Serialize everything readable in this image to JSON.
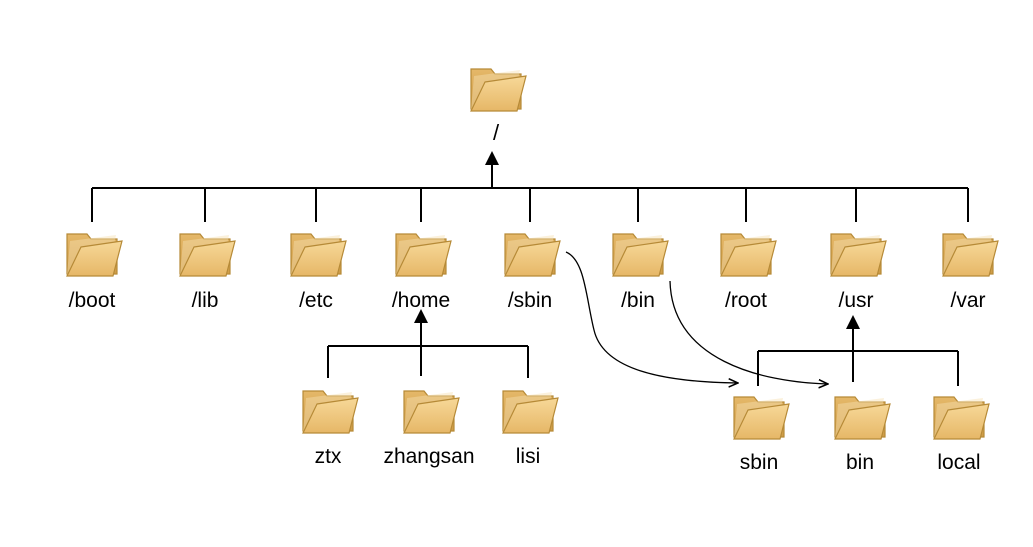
{
  "diagram": {
    "root": {
      "label": "/"
    },
    "top_level": [
      {
        "id": "boot",
        "label": "/boot"
      },
      {
        "id": "lib",
        "label": "/lib"
      },
      {
        "id": "etc",
        "label": "/etc"
      },
      {
        "id": "home",
        "label": "/home"
      },
      {
        "id": "sbin",
        "label": "/sbin"
      },
      {
        "id": "bin",
        "label": "/bin"
      },
      {
        "id": "root",
        "label": "/root"
      },
      {
        "id": "usr",
        "label": "/usr"
      },
      {
        "id": "var",
        "label": "/var"
      }
    ],
    "home_children": [
      {
        "id": "ztx",
        "label": "ztx"
      },
      {
        "id": "zhangsan",
        "label": "zhangsan"
      },
      {
        "id": "lisi",
        "label": "lisi"
      }
    ],
    "usr_children": [
      {
        "id": "usr-sbin",
        "label": "sbin"
      },
      {
        "id": "usr-bin",
        "label": "bin"
      },
      {
        "id": "local",
        "label": "local"
      }
    ],
    "links": [
      {
        "from": "sbin",
        "to": "usr-sbin"
      },
      {
        "from": "bin",
        "to": "usr-bin"
      }
    ],
    "colors": {
      "folder_back": "#d9a84f",
      "folder_front": "#f2c97b",
      "folder_stroke": "#b68a37",
      "line": "#000000"
    },
    "icon": "folder-icon"
  }
}
